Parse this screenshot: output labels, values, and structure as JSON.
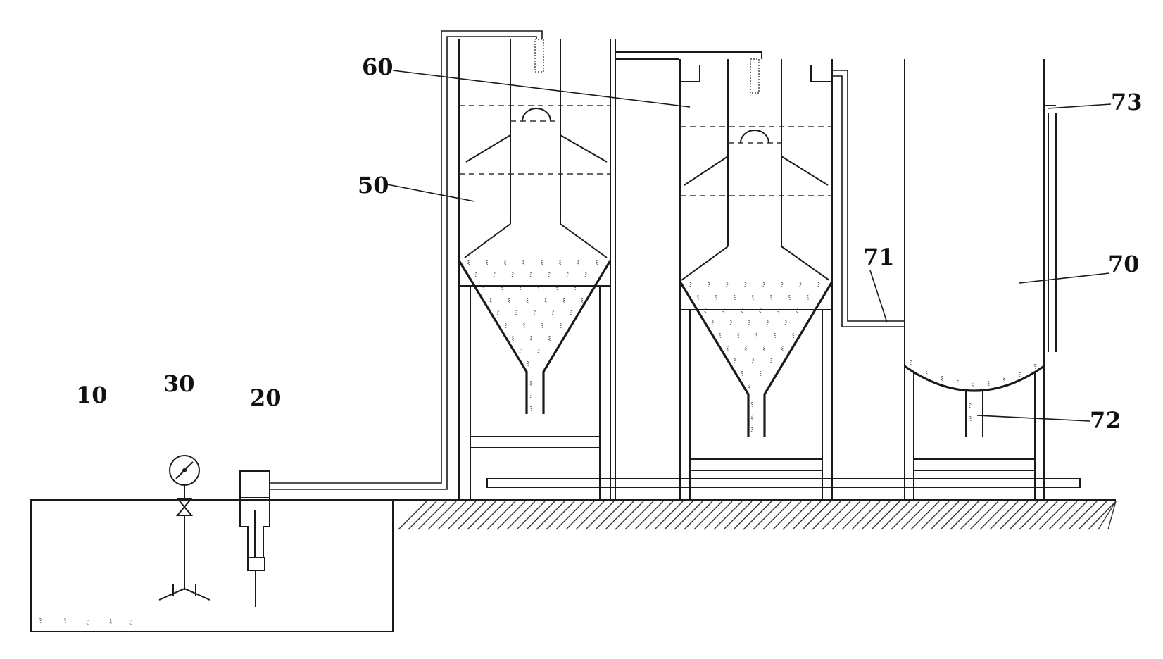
{
  "labels": {
    "tank": "10",
    "pump": "20",
    "gauge": "30",
    "first_reactor": "50",
    "second_reactor": "60",
    "vessel": "70",
    "inlet_pipe": "71",
    "outlet_pipe": "72",
    "overflow_pipe": "73"
  }
}
